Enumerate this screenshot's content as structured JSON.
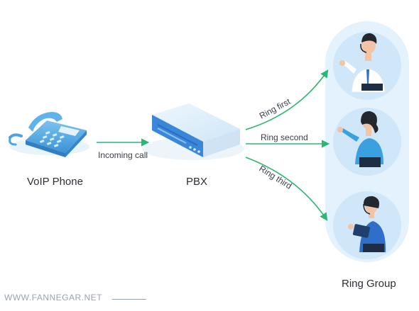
{
  "nodes": {
    "phone": "VoIP Phone",
    "pbx": "PBX",
    "group": "Ring Group"
  },
  "edges": {
    "incoming": "Incoming call",
    "first": "Ring first",
    "second": "Ring second",
    "third": "Ring third"
  },
  "watermark": "WWW.FANNEGAR.NET",
  "colors": {
    "arrow": "#2bb673",
    "group_bg": "#e3f2fc",
    "circle": "#cfe7f8",
    "pbx": "#d9ecf9",
    "pbx_front": "#3a86d8",
    "phone": "#4aa3e3",
    "shirt": "#2f6fc9",
    "skin": "#f2c3a4",
    "hair": "#23272e"
  }
}
